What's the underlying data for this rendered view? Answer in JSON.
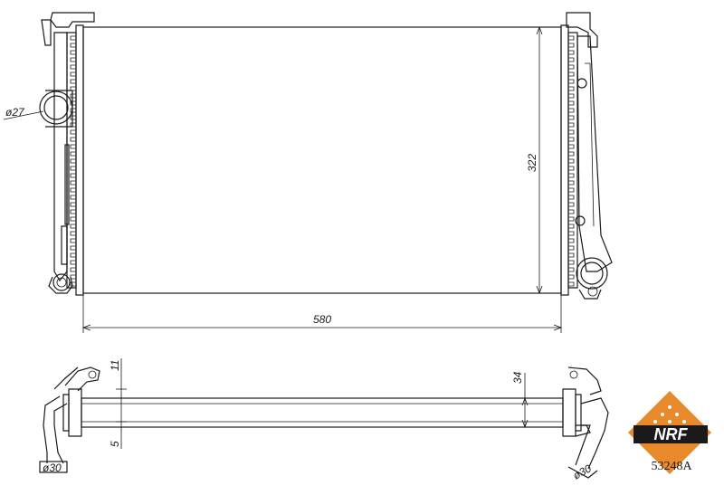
{
  "dimensions": {
    "width": "580",
    "height": "322",
    "core_depth": "34",
    "top_offset": "11",
    "bottom_offset": "5",
    "inlet_diameter": "ø27",
    "left_pipe_diameter": "ø30",
    "right_pipe_diameter": "ø30"
  },
  "brand": {
    "logo_text": "NRF",
    "logo_color": "#e8892b"
  },
  "part_number": "53248A"
}
